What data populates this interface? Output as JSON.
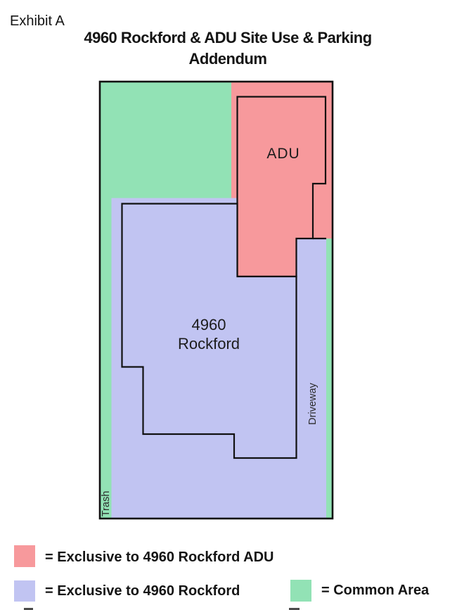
{
  "header": {
    "exhibit_label": "Exhibit A",
    "title_line1": "4960 Rockford & ADU Site Use & Parking",
    "title_line2": "Addendum"
  },
  "map": {
    "adu_label": "ADU",
    "house_label_line1": "4960",
    "house_label_line2": "Rockford",
    "driveway_label": "Driveway",
    "trash_label": "Trash"
  },
  "legend": {
    "items": [
      {
        "label": "= Exclusive to 4960 Rockford ADU",
        "color": "#f7999c"
      },
      {
        "label": "= Exclusive to 4960 Rockford",
        "color": "#c1c4f2"
      },
      {
        "label": "= Common Area",
        "color": "#92e2b5"
      }
    ]
  },
  "colors": {
    "adu_red": "#f7999c",
    "rockford_blue": "#c1c4f2",
    "common_green": "#92e2b5",
    "outline": "#111111",
    "cropped_swatch_gray": "#4b4b4b"
  }
}
